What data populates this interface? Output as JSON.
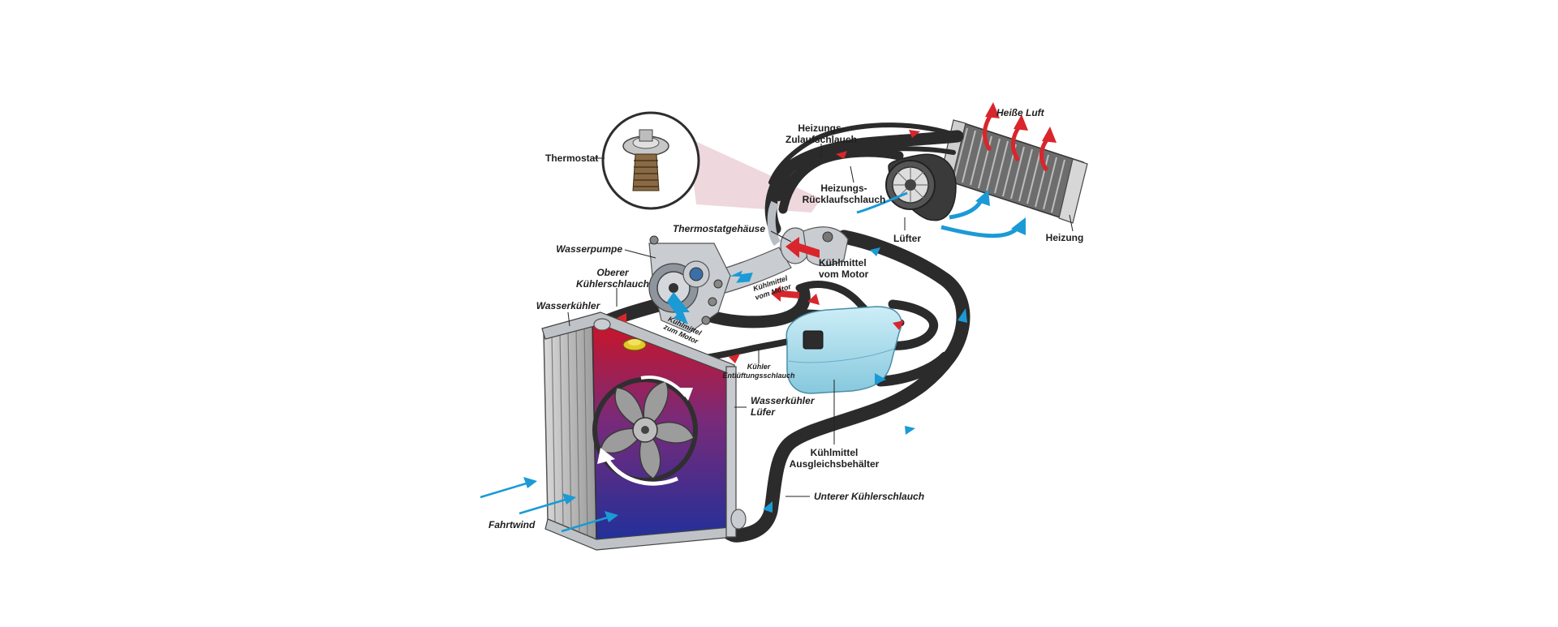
{
  "labels": {
    "thermostat": "Thermostat",
    "heater_supply_hose": [
      "Heizungs-",
      "Zulaufschlauch"
    ],
    "hot_air": "Heiße Luft",
    "heater_return_hose": [
      "Heizungs-",
      "Rücklaufschlauch"
    ],
    "blower": "Lüfter",
    "heater_core": "Heizung",
    "thermostat_housing": "Thermostatgehäuse",
    "water_pump": "Wasserpumpe",
    "coolant_from_engine": [
      "Kühlmittel",
      "vom Motor"
    ],
    "coolant_from_engine_small": [
      "Kühlmittel",
      "vom Motor"
    ],
    "upper_radiator_hose": [
      "Oberer",
      "Kühlerschlauch"
    ],
    "radiator": "Wasserkühler",
    "coolant_to_engine_small": [
      "Kühlmittel",
      "zum Motor"
    ],
    "radiator_vent_hose": [
      "Kühler",
      "Entlüftungsschlauch"
    ],
    "radiator_fan": [
      "Wasserkühler",
      "Lüfer"
    ],
    "coolant_reservoir": [
      "Kühlmittel",
      "Ausgleichsbehälter"
    ],
    "lower_radiator_hose": "Unterer Kühlerschlauch",
    "ram_air": "Fahrtwind"
  },
  "colors": {
    "hose": "#2b2b2b",
    "hot_flow": "#d8262c",
    "cold_flow": "#1b9ad6",
    "coolant_tank": "#a9dcea",
    "radiator_hot": "#cc1426",
    "radiator_cold": "#22309a",
    "magnifier_pink": "#e8c9d2"
  },
  "icons": [
    "thermostat-icon",
    "fan-icon",
    "blower-icon",
    "heater-core-icon",
    "water-pump-icon",
    "radiator-cap-icon",
    "arrow-icon"
  ]
}
